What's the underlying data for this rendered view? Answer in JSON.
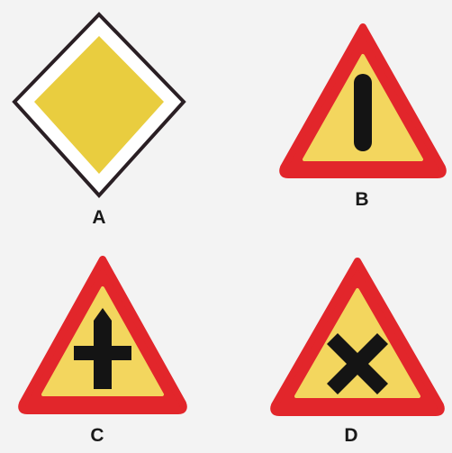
{
  "signs": [
    {
      "id": "A",
      "label": "A",
      "shape": "diamond",
      "icon": "priority-road-icon"
    },
    {
      "id": "B",
      "label": "B",
      "shape": "triangle",
      "icon": "other-danger-icon"
    },
    {
      "id": "C",
      "label": "C",
      "shape": "triangle",
      "icon": "crossroads-priority-icon"
    },
    {
      "id": "D",
      "label": "D",
      "shape": "triangle",
      "icon": "crossroads-no-priority-icon"
    }
  ],
  "colors": {
    "background": "#f3f3f3",
    "triangle_border": "#e2262b",
    "sign_fill": "#f3d65e",
    "diamond_fill": "#e9cd3f",
    "diamond_outline": "#2a1f24",
    "symbol": "#141414",
    "label_text": "#1a1a1a"
  }
}
